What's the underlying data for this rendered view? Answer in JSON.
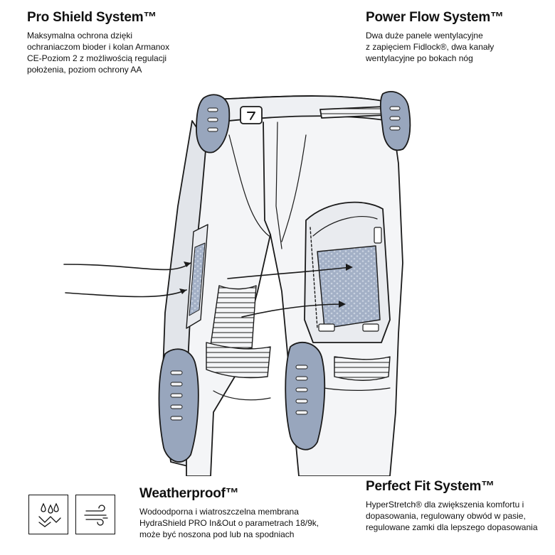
{
  "pro_shield": {
    "title": "Pro Shield System™",
    "lines": [
      "Maksymalna ochrona dzięki",
      "ochraniaczom bioder i kolan Armanox",
      "CE-Poziom 2 z możliwością regulacji",
      "położenia, poziom ochrony AA"
    ]
  },
  "power_flow": {
    "title": "Power Flow System™",
    "lines": [
      "Dwa duże panele wentylacyjne",
      "z zapięciem Fidlock®, dwa kanały",
      "wentylacyjne po bokach nóg"
    ]
  },
  "weatherproof": {
    "title": "Weatherproof™",
    "lines": [
      "Wodoodporna i wiatroszczelna membrana",
      "HydraShield PRO In&Out o parametrach 18/9k,",
      "może być noszona pod lub na spodniach"
    ],
    "icons": [
      "water-drops-icon",
      "wind-icon"
    ]
  },
  "perfect_fit": {
    "title": "Perfect Fit System™",
    "lines": [
      "HyperStretch® dla zwiększenia komfortu i",
      "dopasowania, regulowany obwód w pasie,",
      "regulowane zamki dla lepszego dopasowania"
    ]
  },
  "colors": {
    "outline": "#1a1a1a",
    "protector": "#98a6bd",
    "mesh": "#a3b0c6",
    "fabric": "#f4f5f7",
    "panel": "#e9ebef"
  }
}
